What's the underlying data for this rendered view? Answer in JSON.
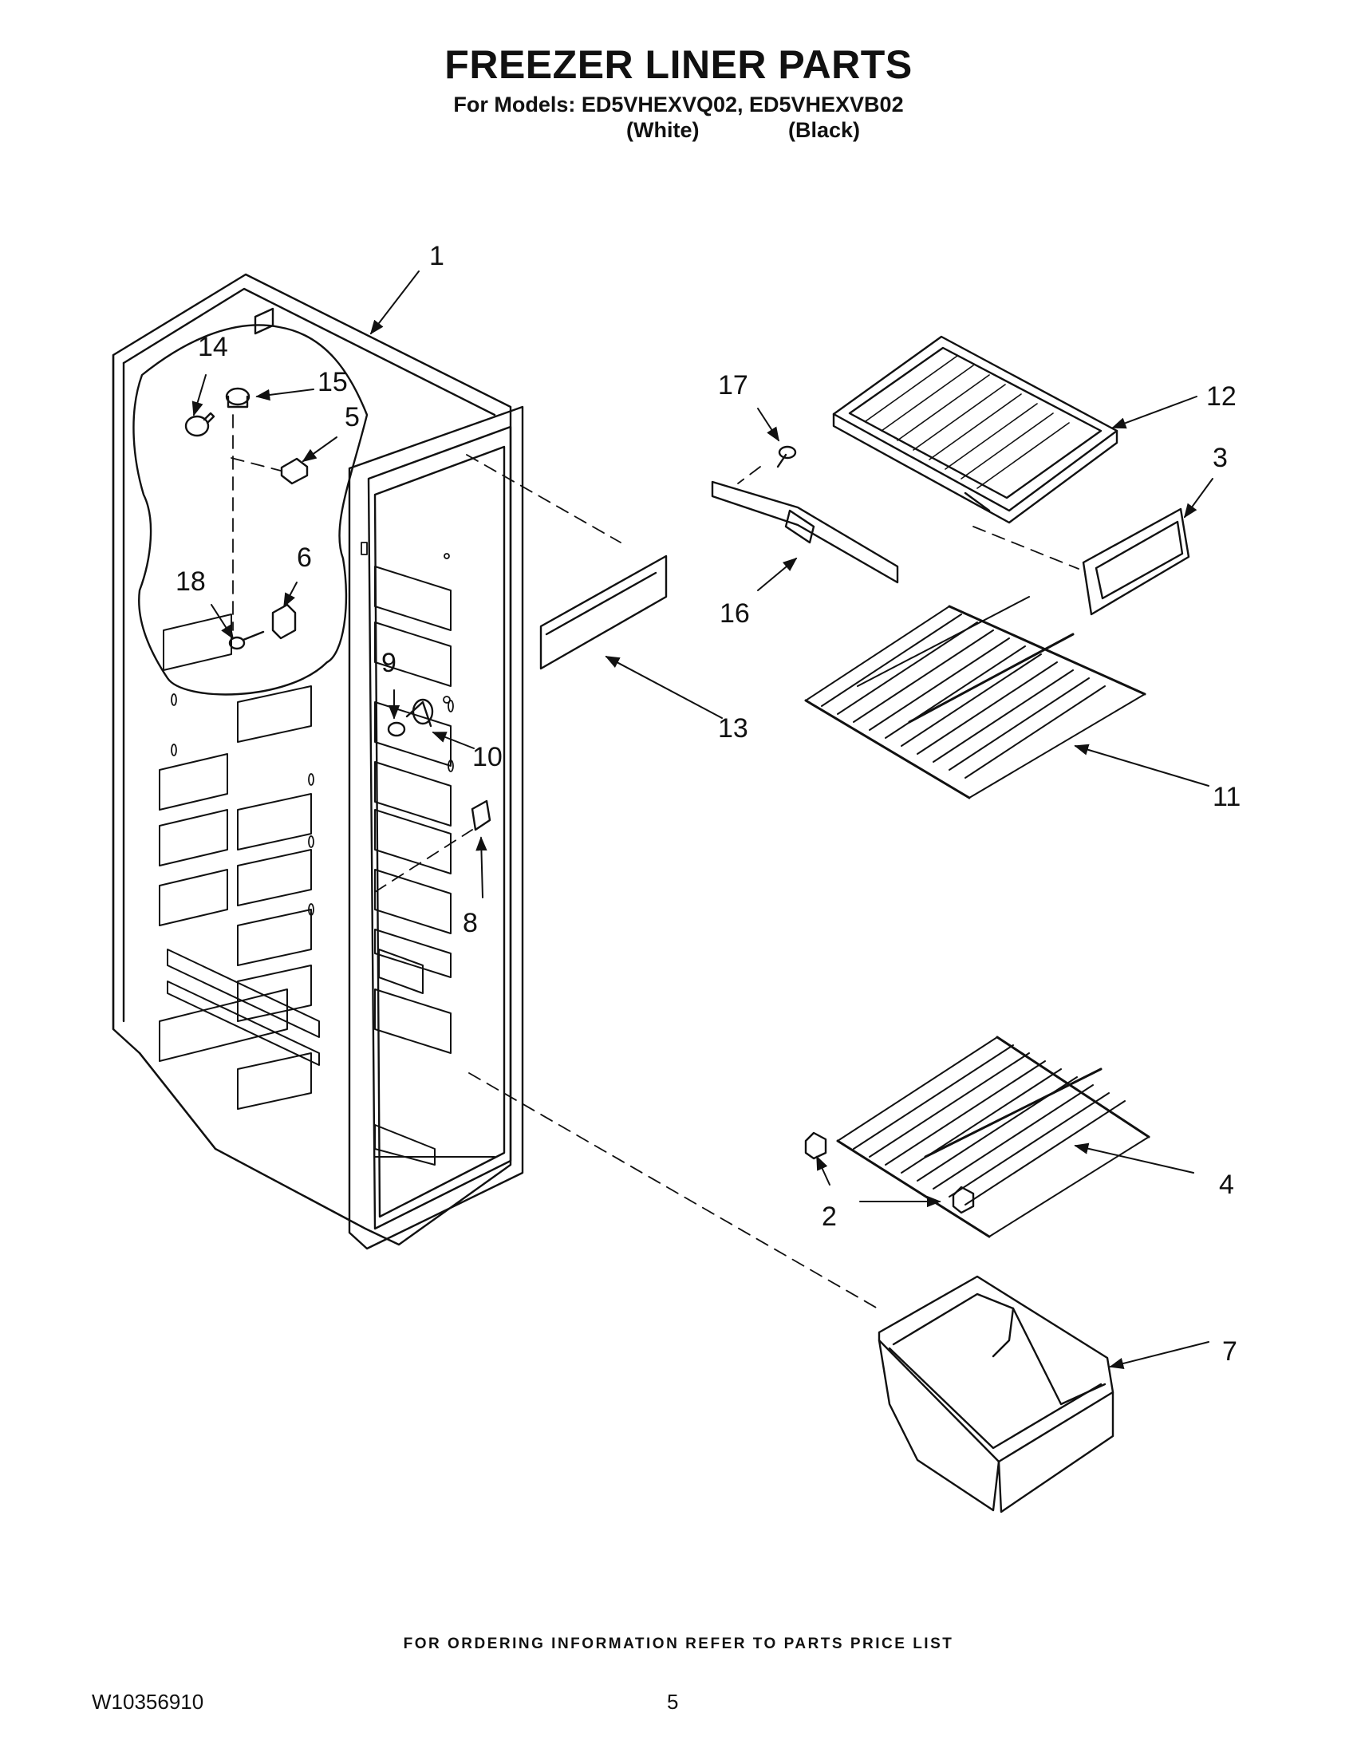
{
  "header": {
    "title": "FREEZER LINER PARTS",
    "models_line": "For Models: ED5VHEXVQ02, ED5VHEXVB02",
    "variants": [
      "(White)",
      "(Black)"
    ]
  },
  "callouts": [
    "1",
    "14",
    "15",
    "5",
    "6",
    "18",
    "9",
    "10",
    "8",
    "17",
    "12",
    "3",
    "16",
    "13",
    "11",
    "4",
    "2",
    "7"
  ],
  "footer": {
    "ordering_note": "FOR ORDERING INFORMATION REFER TO PARTS PRICE LIST",
    "doc_number": "W10356910",
    "page_number": "5"
  }
}
